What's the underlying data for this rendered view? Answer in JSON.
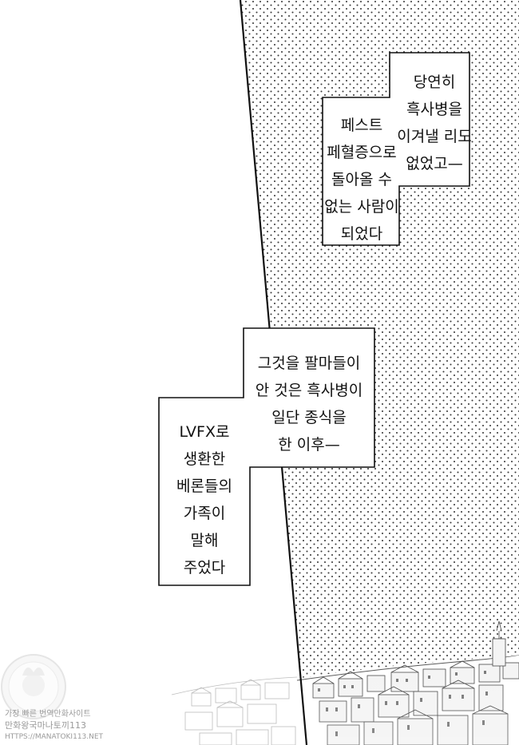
{
  "captions": {
    "first": {
      "left_lines": [
        "페스트",
        "페혈증으로",
        "돌아올 수",
        "없는 사람이",
        "되었다"
      ],
      "right_lines": [
        "당연히",
        "흑사병을",
        "이겨낼 리도",
        "없었고—"
      ]
    },
    "second": {
      "upper_lines": [
        "그것을 팔마들이",
        "안 것은 흑사병이",
        "일단 종식을",
        "한 이후—"
      ],
      "lower_lines": [
        "LVFX로",
        "생환한",
        "베론들의",
        "가족이",
        "말해",
        "주었다"
      ]
    }
  },
  "watermark": {
    "line1": "가장 빠른 번역만화사이트",
    "line2": "만화왕국마나토끼113",
    "line3": "HTTPS://MANATOKI113.NET"
  }
}
